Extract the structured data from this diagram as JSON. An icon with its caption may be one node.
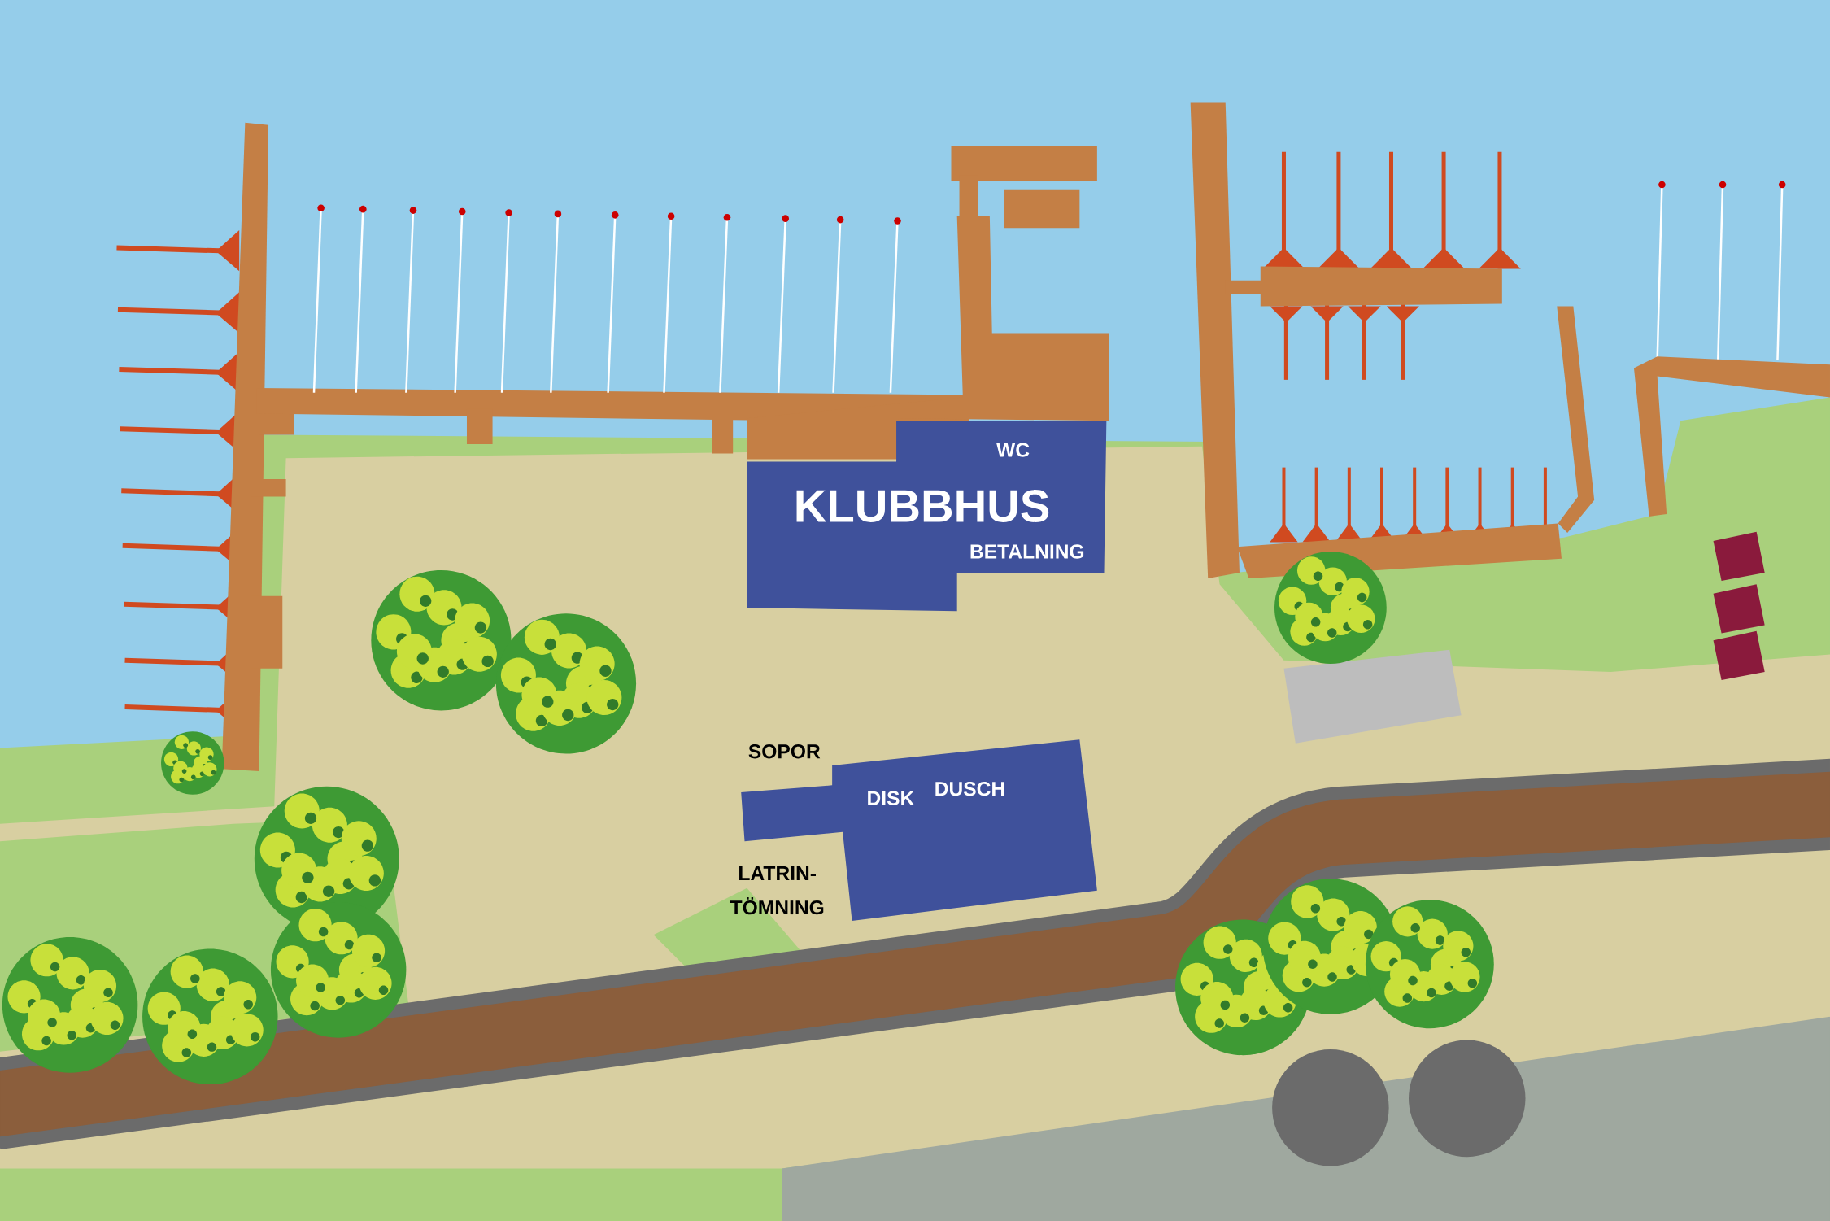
{
  "diagram": {
    "nodes": [
      {
        "text": [
          "WC",
          "KLUBBHUS",
          "BETALNING"
        ]
      },
      {
        "text": [
          "DISK",
          "DUSCH"
        ]
      }
    ],
    "labels": [
      "SOPOR",
      "LATRIN-TÖMNING"
    ]
  }
}
